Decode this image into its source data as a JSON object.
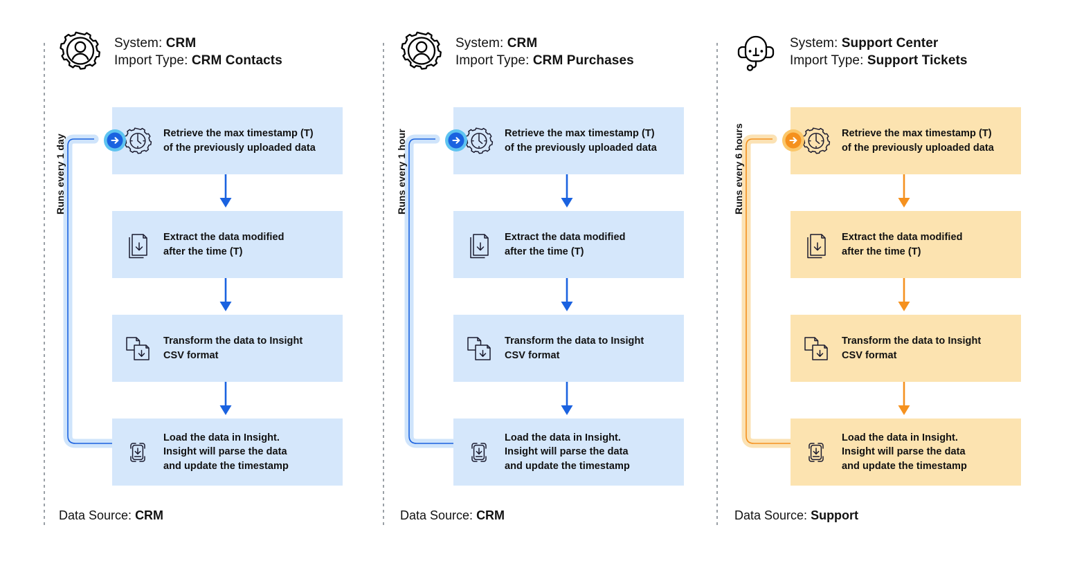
{
  "colors": {
    "blue_box": "#d5e7fb",
    "orange_box": "#fce3b0",
    "blue_accent": "#1a62e0",
    "blue_halo": "#5ec3f0",
    "orange_accent": "#f5911e",
    "orange_halo": "#fbc76a",
    "text": "#111111",
    "divider": "#9aa0a6"
  },
  "labels": {
    "system_prefix": "System: ",
    "import_type_prefix": "Import Type: ",
    "data_source_prefix": "Data Source: "
  },
  "columns": [
    {
      "id": "crm-contacts",
      "theme": "blue",
      "header_icon": "user-gear-icon",
      "system": "CRM",
      "import_type": "CRM Contacts",
      "schedule": "Runs every 1 day",
      "data_source": "CRM",
      "steps": [
        {
          "icon": "gear-clock-icon",
          "text": "Retrieve the max timestamp (T)\nof the previously uploaded data"
        },
        {
          "icon": "document-download-icon",
          "text": "Extract the data modified\nafter the time (T)"
        },
        {
          "icon": "document-transform-icon",
          "text": "Transform the data to Insight\nCSV format"
        },
        {
          "icon": "box-download-icon",
          "text": "Load the data in Insight.\nInsight will parse the data\nand update the timestamp"
        }
      ]
    },
    {
      "id": "crm-purchases",
      "theme": "blue",
      "header_icon": "user-gear-icon",
      "system": "CRM",
      "import_type": "CRM Purchases",
      "schedule": "Runs every 1 hour",
      "data_source": "CRM",
      "steps": [
        {
          "icon": "gear-clock-icon",
          "text": "Retrieve the max timestamp (T)\nof the previously uploaded data"
        },
        {
          "icon": "document-download-icon",
          "text": "Extract the data modified\nafter the time (T)"
        },
        {
          "icon": "document-transform-icon",
          "text": "Transform the data to Insight\nCSV format"
        },
        {
          "icon": "box-download-icon",
          "text": "Load the data in Insight.\nInsight will parse the data\nand update the timestamp"
        }
      ]
    },
    {
      "id": "support-tickets",
      "theme": "orange",
      "header_icon": "headset-agent-icon",
      "system": "Support Center",
      "import_type": "Support Tickets",
      "schedule": "Runs every 6 hours",
      "data_source": "Support",
      "steps": [
        {
          "icon": "gear-clock-icon",
          "text": "Retrieve the max timestamp (T)\nof the previously uploaded data"
        },
        {
          "icon": "document-download-icon",
          "text": "Extract the data modified\nafter the time (T)"
        },
        {
          "icon": "document-transform-icon",
          "text": "Transform the data to Insight\nCSV format"
        },
        {
          "icon": "box-download-icon",
          "text": "Load the data in Insight.\nInsight will parse the data\nand update the timestamp"
        }
      ]
    }
  ]
}
